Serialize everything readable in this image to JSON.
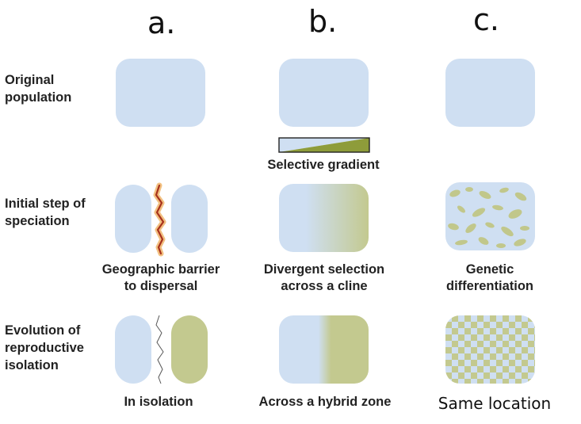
{
  "columns": {
    "a": "a.",
    "b": "b.",
    "c": "c."
  },
  "rows": {
    "original": "Original\npopulation",
    "initial": "Initial step of\nspeciation",
    "evolution": "Evolution of\nreproductive\nisolation"
  },
  "captions": {
    "selective_gradient": "Selective gradient",
    "geographic_barrier": "Geographic barrier\nto dispersal",
    "divergent_selection": "Divergent selection\nacross a cline",
    "genetic_differentiation": "Genetic\ndifferentiation",
    "in_isolation": "In isolation",
    "hybrid_zone": "Across a hybrid zone",
    "same_location": "Same location"
  },
  "colors": {
    "population_blue": "#cfdff2",
    "population_green": "#c3c98f",
    "barrier_red": "#a8321c"
  }
}
